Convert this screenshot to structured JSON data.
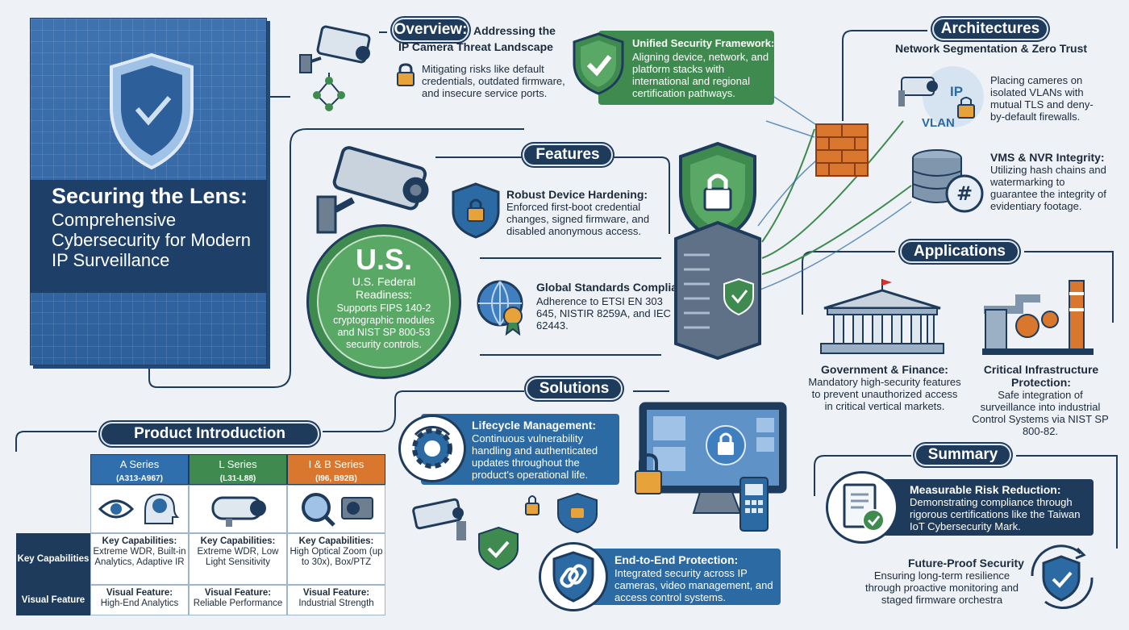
{
  "book": {
    "title": "Securing the Lens:",
    "subtitle": "Comprehensive Cybersecurity for Modern IP Surveillance"
  },
  "overview": {
    "heading": "Overview:",
    "heading_rest": "Addressing the",
    "heading_line2": "IP Camera Threat Landscape",
    "body": "Mitigating risks like default credentials, outdated firmware, and insecure service ports."
  },
  "framework": {
    "title": "Unified Security Framework:",
    "body": "Aligning device, network, and platform stacks with international and regional certification pathways."
  },
  "architectures": {
    "heading": "Architectures",
    "subheading": "Network Segmentation & Zero Trust",
    "ip_label": "IP",
    "vlan_label": "VLAN",
    "vlan_text": "Placing cameres on isolated VLANs with mutual TLS and deny-by-default firewalls.",
    "vms_title": "VMS & NVR Integrity:",
    "vms_text": "Utilizing hash chains and watermarking to guarantee the integrity of evidentiary footage."
  },
  "features": {
    "heading": "Features",
    "hardening_title": "Robust Device Hardening:",
    "hardening_text": "Enforced first-boot credential changes, signed firmware, and disabled anonymous access.",
    "global_title": "Global Standards Compliance:",
    "global_text": "Adherence to ETSI EN 303 645, NISTIR 8259A, and IEC 62443."
  },
  "federal": {
    "badge": "U.S.",
    "title": "U.S. Federal Readiness:",
    "text": "Supports FIPS 140-2 cryptographic modules and NIST SP 800-53 security controls."
  },
  "applications": {
    "heading": "Applications",
    "gov_title": "Government & Finance:",
    "gov_text": "Mandatory high-security features to prevent unauthorized access in critical vertical markets.",
    "infra_title": "Critical Infrastructure Protection:",
    "infra_text": "Safe integration of surveillance into industrial Control Systems via NIST SP 800-82."
  },
  "solutions": {
    "heading": "Solutions",
    "lifecycle_title": "Lifecycle Management:",
    "lifecycle_text": "Continuous vulnerability handling and authenticated updates throughout the product's operational life.",
    "e2e_title": "End-to-End Protection:",
    "e2e_text": "Integrated security across IP cameras, video management, and access control systems."
  },
  "summary": {
    "heading": "Summary",
    "risk_title": "Measurable Risk Reduction:",
    "risk_text": "Demonstrating compliance through rigorous certifications like the Taiwan IoT Cybersecurity Mark.",
    "future_title": "Future-Proof Security",
    "future_text": "Ensuring long-term resilience through proactive monitoring and staged firmware orchestra"
  },
  "product": {
    "heading": "Product Introduction",
    "row_labels": [
      "Key Capabilities",
      "Visual Feature"
    ],
    "series": [
      {
        "name": "A Series",
        "code": "(A313-A967)",
        "caps_title": "Key Capabilities:",
        "caps": "Extreme WDR, Built-in Analytics, Adaptive IR",
        "visual_title": "Visual Feature:",
        "visual": "High-End Analytics",
        "color": "#2f6fae"
      },
      {
        "name": "L Series",
        "code": "(L31-L88)",
        "caps_title": "Key Capabilities:",
        "caps": "Extreme WDR, Low Light Sensitivity",
        "visual_title": "Visual Feature:",
        "visual": "Reliable Performance",
        "color": "#3f8b4f"
      },
      {
        "name": "I & B Series",
        "code": "(I96, B92B)",
        "caps_title": "Key Capabilities:",
        "caps": "High Optical Zoom (up to 30x), Box/PTZ",
        "visual_title": "Visual Feature:",
        "visual": "Industrial Strength",
        "color": "#d9772e"
      }
    ]
  },
  "colors": {
    "navy": "#1f3b5c",
    "blue": "#2b6aa3",
    "green": "#3f8b4f",
    "orange": "#d9772e"
  }
}
